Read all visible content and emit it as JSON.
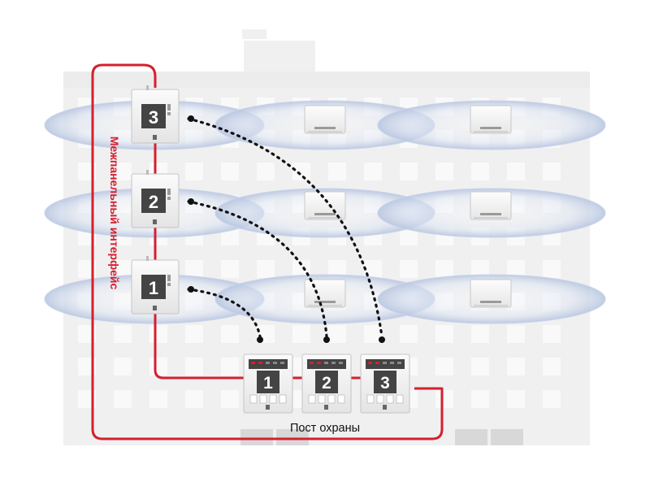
{
  "labels": {
    "interface": "Межпанельный интерфейс",
    "guard_post": "Пост охраны"
  },
  "floor_panels": [
    {
      "number": "3"
    },
    {
      "number": "2"
    },
    {
      "number": "1"
    }
  ],
  "station_panels": [
    {
      "number": "1"
    },
    {
      "number": "2"
    },
    {
      "number": "3"
    }
  ],
  "colors": {
    "interface_line": "#d4202e",
    "building": "#f0f0f0",
    "window": "#f9f9f9",
    "radio_zone": "#dde5f2",
    "panel_face": "#444444",
    "dotted_link": "#111111"
  },
  "icons": [
    "fire-panel-icon",
    "wireless-detector-icon",
    "radio-zone-icon",
    "building-icon"
  ]
}
